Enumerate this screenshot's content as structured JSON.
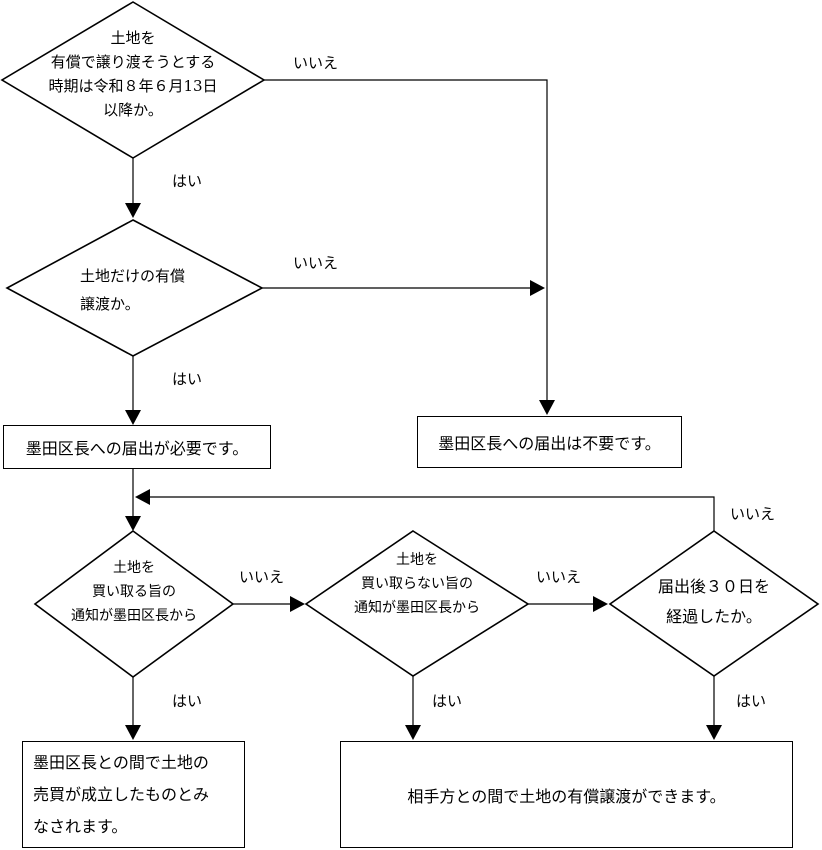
{
  "nodes": {
    "q1": {
      "lines": [
        "土地を",
        "有償で譲り渡そうとする",
        "時期は令和８年６月13日",
        "以降か。"
      ]
    },
    "q2": {
      "lines": [
        "土地だけの有償",
        "譲渡か。"
      ]
    },
    "r_required": {
      "text": "墨田区長への届出が必要です。"
    },
    "r_not_required": {
      "text": "墨田区長への届出は不要です。"
    },
    "q3": {
      "lines": [
        "土地を",
        "買い取る旨の",
        "通知が墨田区長から"
      ]
    },
    "q4": {
      "lines": [
        "土地を",
        "買い取らない旨の",
        "通知が墨田区長から"
      ]
    },
    "q5": {
      "lines": [
        "届出後３０日を",
        "経過したか。"
      ]
    },
    "r_city": {
      "lines": [
        "墨田区長との間で土地の",
        "売買が成立したものとみ",
        "なされます。"
      ]
    },
    "r_other": {
      "text": "相手方との間で土地の有償譲渡ができます。"
    }
  },
  "labels": {
    "yes": "はい",
    "no": "いいえ"
  }
}
